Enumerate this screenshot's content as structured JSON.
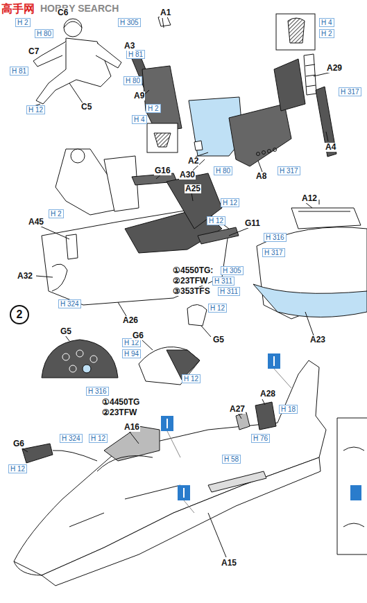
{
  "diagram": {
    "labels": [
      "高手网",
      "HOBBY SEARCH",
      "C6",
      "H 2",
      "H 305",
      "H 80",
      "C7",
      "H 81",
      "H 81",
      "H 80",
      "H 12",
      "C5",
      "A1",
      "A3",
      "H 4",
      "H 2",
      "A29",
      "H 317",
      "H 2",
      "H 4",
      "A9",
      "A2",
      "A30",
      "H 80",
      "A8",
      "H 317",
      "A4",
      "G16",
      "A25",
      "H 12",
      "H 12",
      "G11",
      "H 317",
      "A12",
      "H 316",
      "H 2",
      "A45",
      "A32",
      "H 324",
      "A26",
      "①4550TG:",
      "H 305",
      "②23TFW",
      "H 311",
      "③353TFS",
      "H 311",
      "H 12",
      "G5",
      "A23",
      "2",
      "G5",
      "H 12",
      "H 94",
      "H 316",
      "G6",
      "H 12",
      "①4450TG",
      "②23TFW",
      "A16",
      "A28",
      "A27",
      "H 18",
      "H 76",
      "H 58",
      "G6",
      "H 324",
      "H 12",
      "H 12",
      "A15"
    ]
  }
}
